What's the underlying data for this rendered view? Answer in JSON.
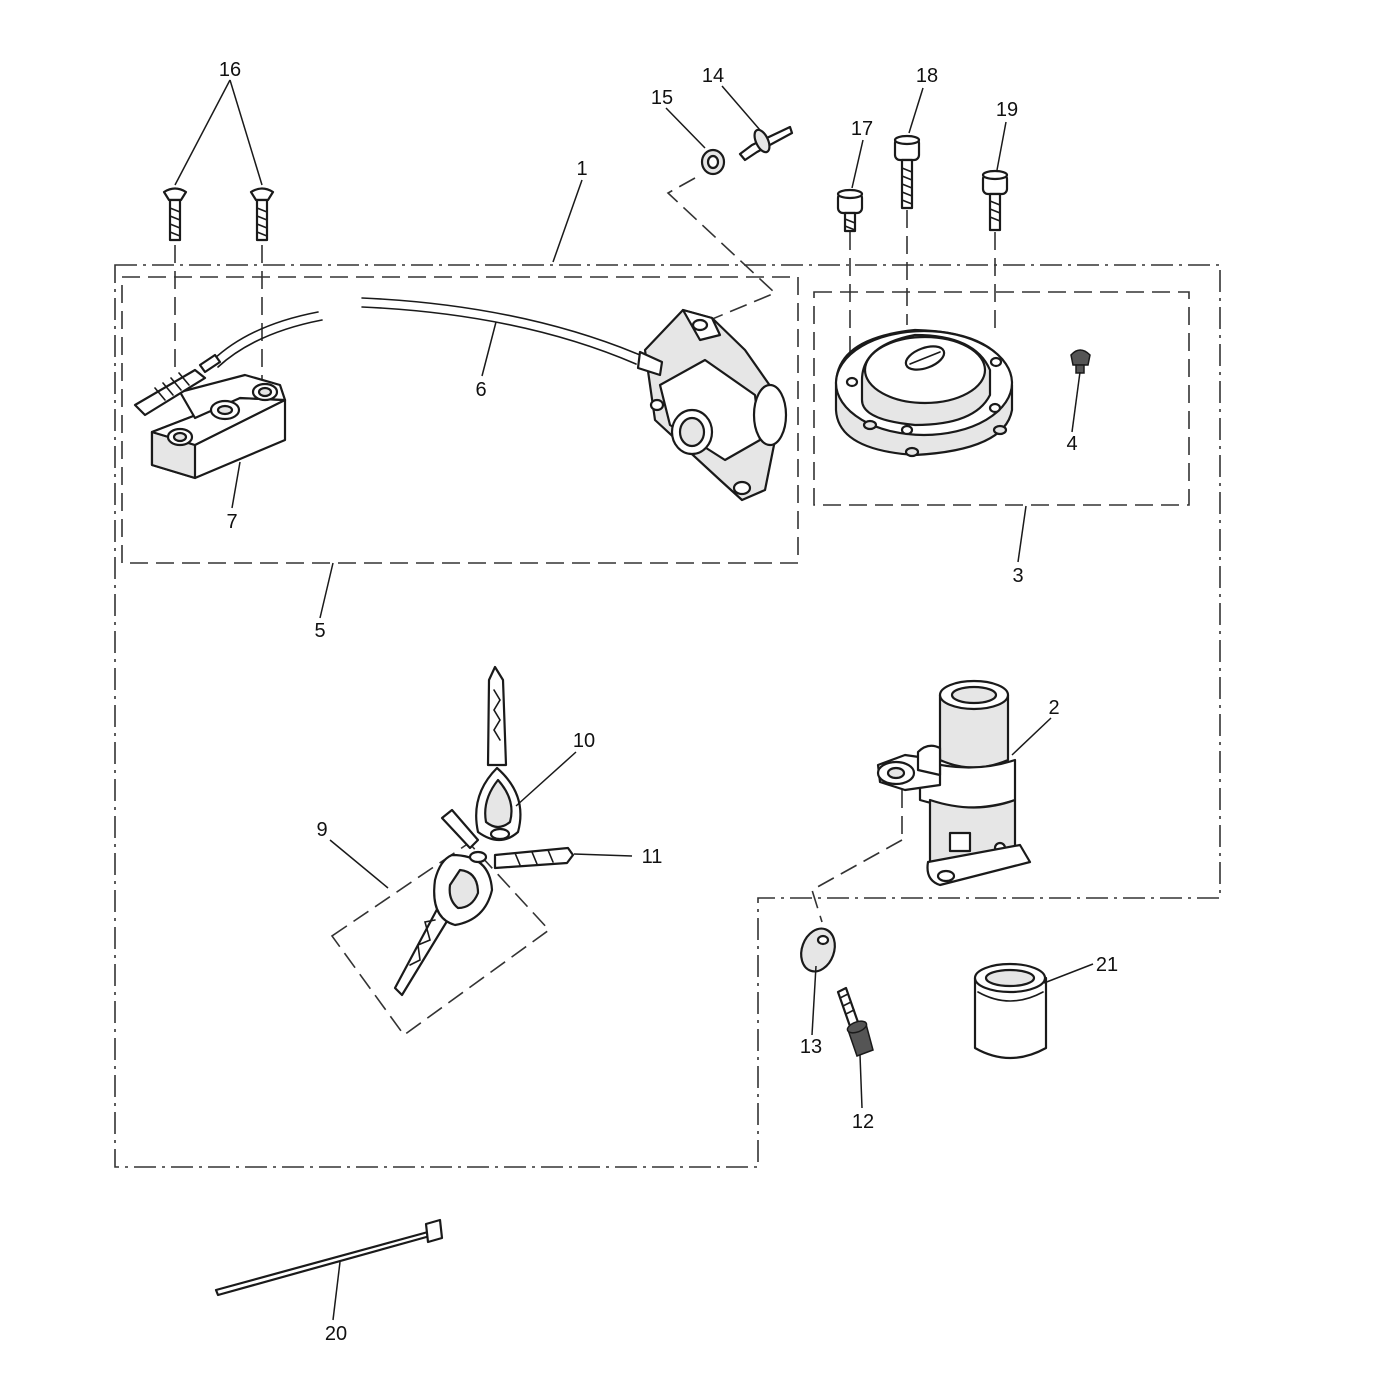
{
  "callouts": {
    "c1": "1",
    "c2": "2",
    "c3": "3",
    "c4": "4",
    "c5": "5",
    "c6": "6",
    "c7": "7",
    "c9": "9",
    "c10": "10",
    "c11": "11",
    "c12": "12",
    "c13": "13",
    "c14": "14",
    "c15": "15",
    "c16": "16",
    "c17": "17",
    "c18": "18",
    "c19": "19",
    "c20": "20",
    "c21": "21"
  }
}
